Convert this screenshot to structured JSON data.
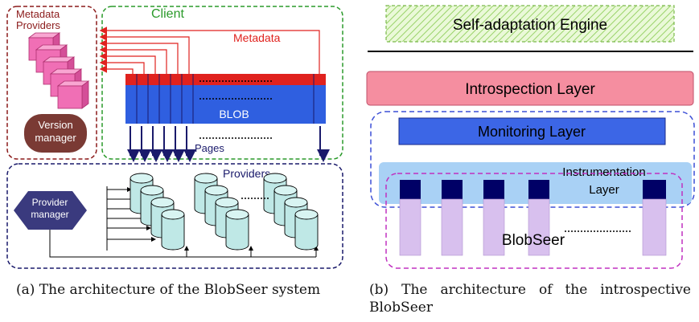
{
  "diagram_a": {
    "metadata_providers": "Metadata\nProviders",
    "client": "Client",
    "metadata": "Metadata",
    "blob": "BLOB",
    "pages": "Pages",
    "version_manager": "Version\nmanager",
    "providers": "Providers",
    "provider_manager": "Provider\nmanager",
    "caption": "(a) The architecture of the BlobSeer system"
  },
  "diagram_b": {
    "self_adaptation": "Self-adaptation Engine",
    "introspection": "Introspection Layer",
    "monitoring": "Monitoring Layer",
    "instrumentation": "Instrumentation\nLayer",
    "blobseer": "BlobSeer",
    "caption": "(b) The architecture of the introspective BlobSeer"
  },
  "colors": {
    "red_box": "#8b1a1a",
    "green_box": "#2a9a2a",
    "navy_box": "#1a1a6b",
    "blob_blue": "#2f5fe0",
    "metadata_red": "#e0221e",
    "pink_cube": "#f06fb5",
    "version_brown": "#7a3a34",
    "provider_hex": "#3a3a7e",
    "cylinder": "#bfe8e6",
    "intro_pink": "#f58ea0",
    "mon_blue": "#3c66e6",
    "instr_blue": "#a9d1f5",
    "lilac": "#d8c0ee"
  }
}
